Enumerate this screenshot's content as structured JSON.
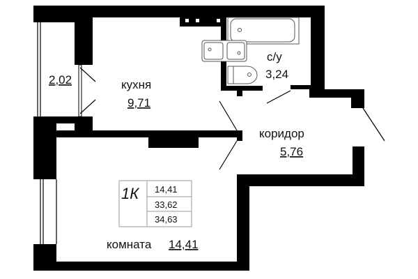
{
  "plan": {
    "apartment_type": "1К",
    "areas_table": [
      "14,41",
      "33,62",
      "34,63"
    ],
    "rooms": {
      "balcony": {
        "area": "2,02"
      },
      "kitchen": {
        "name": "кухня",
        "area": "9,71"
      },
      "bathroom": {
        "name": "с/у",
        "area": "3,24"
      },
      "corridor": {
        "name": "коридор",
        "area": "5,76"
      },
      "room": {
        "name": "комната",
        "area": "14,41"
      }
    }
  }
}
